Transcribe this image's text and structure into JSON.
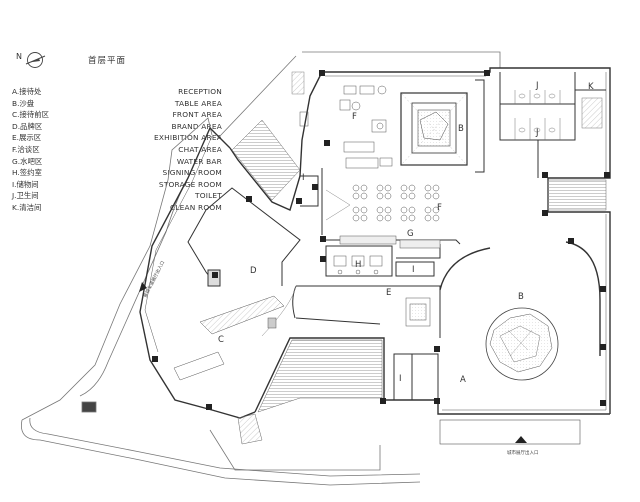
{
  "legend": {
    "north": "N",
    "title": "首层平面",
    "items": [
      {
        "cn": "A.接待处",
        "en": "RECEPTION"
      },
      {
        "cn": "B.沙盘",
        "en": "TABLE AREA"
      },
      {
        "cn": "C.接待前区",
        "en": "FRONT AREA"
      },
      {
        "cn": "D.品牌区",
        "en": "BRAND AREA"
      },
      {
        "cn": "E.展示区",
        "en": "EXHIBITION AREA"
      },
      {
        "cn": "F.洽谈区",
        "en": "CHAT AREA"
      },
      {
        "cn": "G.水吧区",
        "en": "WATER BAR"
      },
      {
        "cn": "H.签约室",
        "en": "SIGNING ROOM"
      },
      {
        "cn": "I.储物间",
        "en": "STORAGE ROOM"
      },
      {
        "cn": "J.卫生间",
        "en": "TOILET"
      },
      {
        "cn": "K.清洁间",
        "en": "CLEAN ROOM"
      }
    ]
  },
  "zones": {
    "A": "A",
    "B1": "B",
    "B2": "B",
    "C": "C",
    "D": "D",
    "E": "E",
    "F1": "F",
    "F2": "F",
    "G": "G",
    "H": "H",
    "I1": "I",
    "I2": "I",
    "I3": "I",
    "J1": "J",
    "J2": "J",
    "K": "K"
  },
  "entrances": {
    "city": "城市展厅出入口",
    "parking": "景观车道展厅出入口"
  }
}
